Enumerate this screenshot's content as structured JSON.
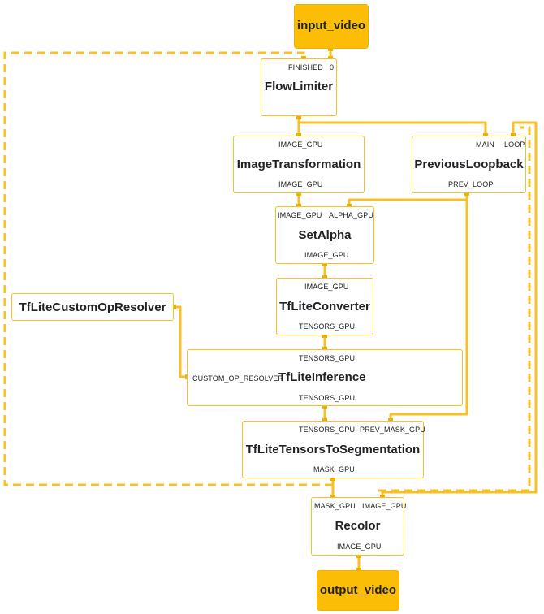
{
  "nodes": {
    "input_video": {
      "title": "input_video"
    },
    "flow_limiter": {
      "title": "FlowLimiter",
      "in_finished": "FINISHED",
      "in_0": "0"
    },
    "image_transformation": {
      "title": "ImageTransformation",
      "in": "IMAGE_GPU",
      "out": "IMAGE_GPU"
    },
    "previous_loopback": {
      "title": "PreviousLoopback",
      "in_main": "MAIN",
      "in_loop": "LOOP",
      "out": "PREV_LOOP"
    },
    "set_alpha": {
      "title": "SetAlpha",
      "in_image": "IMAGE_GPU",
      "in_alpha": "ALPHA_GPU",
      "out": "IMAGE_GPU"
    },
    "tflite_custom_op_resolver": {
      "title": "TfLiteCustomOpResolver"
    },
    "tflite_converter": {
      "title": "TfLiteConverter",
      "in": "IMAGE_GPU",
      "out": "TENSORS_GPU"
    },
    "tflite_inference": {
      "title": "TfLiteInference",
      "in_tensors": "TENSORS_GPU",
      "in_resolver": "CUSTOM_OP_RESOLVER",
      "out": "TENSORS_GPU"
    },
    "tflite_tensors_to_segmentation": {
      "title": "TfLiteTensorsToSegmentation",
      "in_tensors": "TENSORS_GPU",
      "in_mask": "PREV_MASK_GPU",
      "out": "MASK_GPU"
    },
    "recolor": {
      "title": "Recolor",
      "in_mask": "MASK_GPU",
      "in_image": "IMAGE_GPU",
      "out": "IMAGE_GPU"
    },
    "output_video": {
      "title": "output_video"
    }
  },
  "colors": {
    "edge": "#f6c026",
    "io_fill": "#fbbd06",
    "text": "#202124"
  }
}
